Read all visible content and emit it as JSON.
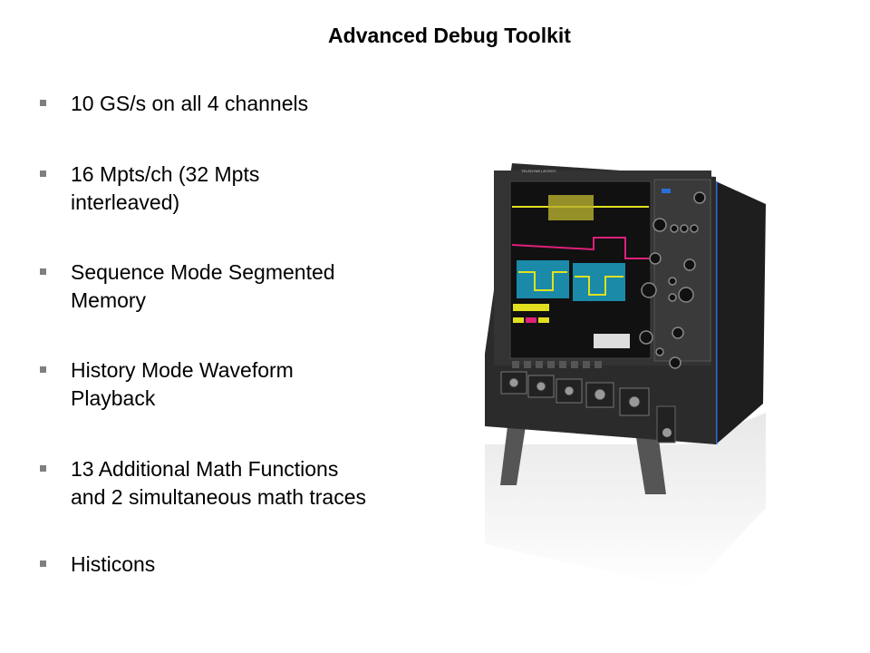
{
  "slide": {
    "title": "Advanced Debug Toolkit",
    "bullets": [
      {
        "lines": [
          "10 GS/s on all 4 channels"
        ]
      },
      {
        "lines": [
          "16 Mpts/ch (32 Mpts",
          "interleaved)"
        ]
      },
      {
        "lines": [
          "Sequence Mode Segmented",
          "Memory"
        ]
      },
      {
        "lines": [
          "History Mode Waveform",
          "Playback"
        ]
      },
      {
        "lines": [
          "13 Additional Math Functions",
          "and 2 simultaneous math traces"
        ]
      },
      {
        "lines": [
          "Histicons"
        ]
      }
    ],
    "bullet_color": "#7f7f7f",
    "image": {
      "subject": "oscilloscope-photo",
      "logo_text": "TELEDYNE LECROY"
    }
  }
}
